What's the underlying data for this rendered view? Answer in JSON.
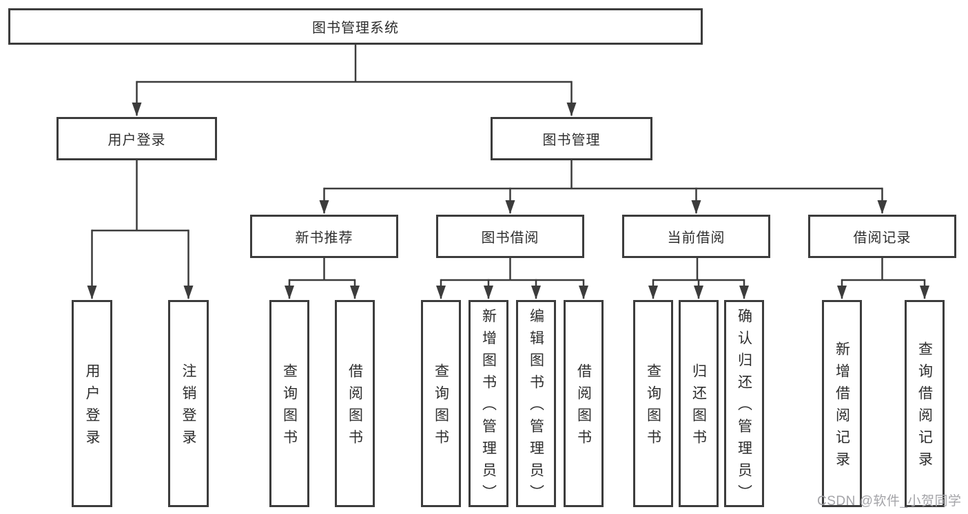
{
  "diagram": {
    "title": "图书管理系统",
    "type": "functional-structure-tree",
    "colors": {
      "line": "#3c3c3c",
      "box_border": "#3c3c3c",
      "text": "#2e2e2e",
      "background": "#ffffff",
      "watermark_text_color": "#a4a4a8"
    },
    "tree": {
      "label": "图书管理系统",
      "children": [
        {
          "label": "用户登录",
          "children": [
            {
              "label": "用户登录"
            },
            {
              "label": "注销登录"
            }
          ]
        },
        {
          "label": "图书管理",
          "children": [
            {
              "label": "新书推荐",
              "children": [
                {
                  "label": "查询图书"
                },
                {
                  "label": "借阅图书"
                }
              ]
            },
            {
              "label": "图书借阅",
              "children": [
                {
                  "label": "查询图书"
                },
                {
                  "label": "新增图书（管理员）"
                },
                {
                  "label": "编辑图书（管理员）"
                },
                {
                  "label": "借阅图书"
                }
              ]
            },
            {
              "label": "当前借阅",
              "children": [
                {
                  "label": "查询图书"
                },
                {
                  "label": "归还图书"
                },
                {
                  "label": "确认归还（管理员）"
                }
              ]
            },
            {
              "label": "借阅记录",
              "children": [
                {
                  "label": "新增借阅记录"
                },
                {
                  "label": "查询借阅记录"
                }
              ]
            }
          ]
        }
      ]
    },
    "watermark": "CSDN @软件_小贺同学"
  }
}
